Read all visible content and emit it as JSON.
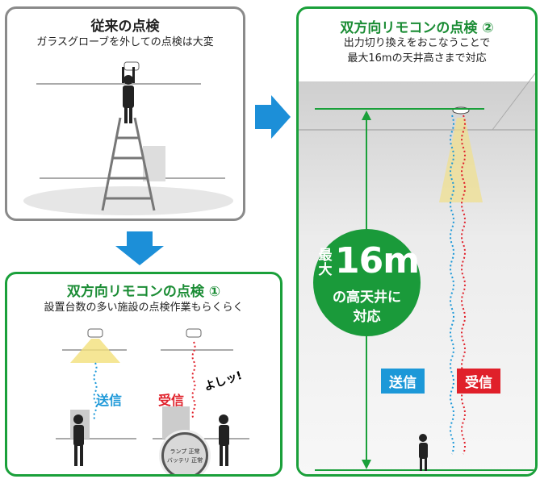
{
  "old": {
    "title": "従来の点検",
    "subtitle": "ガラスグローブを外しての点検は大変"
  },
  "one": {
    "title": "双方向リモコンの点検 ①",
    "subtitle": "設置台数の多い施設の点検作業もらくらく",
    "send": "送信",
    "recv": "受信",
    "yoshi": "よしッ!",
    "status1": "ランプ 正常",
    "status2": "バッテリ 正常"
  },
  "two": {
    "title": "双方向リモコンの点検 ②",
    "subtitle1": "出力切り換えをおこなうことで",
    "subtitle2": "最大16mの天井高さまで対応",
    "badge_max": "最大",
    "badge_big": "16m",
    "badge_line1": "の高天井に",
    "badge_line2": "対応",
    "send": "送信",
    "recv": "受信"
  },
  "colors": {
    "green": "#1aa03a",
    "blue": "#1c98d8",
    "red": "#e0202a",
    "gray": "#8a8a8a"
  }
}
